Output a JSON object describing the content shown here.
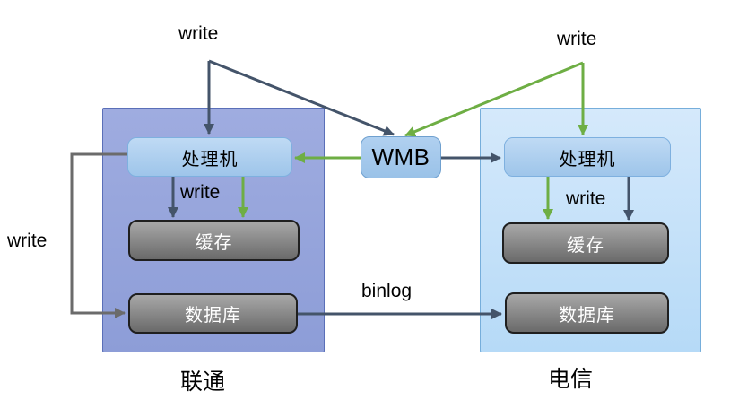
{
  "labels": {
    "write_top_left": "write",
    "write_top_right": "write",
    "write_left": "write",
    "write_unicom_inner": "write",
    "write_telecom_inner": "write",
    "binlog": "binlog"
  },
  "wmb": {
    "label": "WMB"
  },
  "unicom": {
    "title": "联通",
    "processor": "处理机",
    "cache": "缓存",
    "database": "数据库"
  },
  "telecom": {
    "title": "电信",
    "processor": "处理机",
    "cache": "缓存",
    "database": "数据库"
  },
  "colors": {
    "arrow_dark": "#44546A",
    "arrow_green": "#6EAE44",
    "arrow_gray": "#6B6B6B",
    "carrier_unicom_fill": "#93A4DB",
    "carrier_telecom_fill": "#BCDDF9",
    "node_blue_fill": "#A8CAEC",
    "node_gray_fill": "#808080"
  }
}
